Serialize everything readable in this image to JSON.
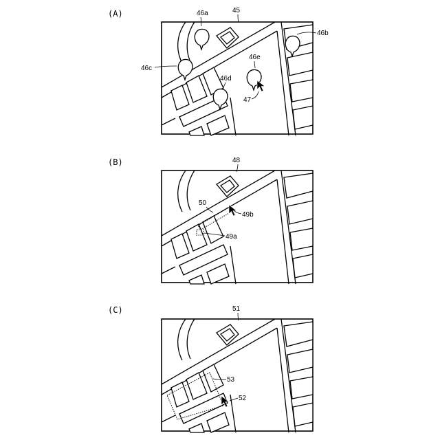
{
  "panels": {
    "a": {
      "label": "(A)",
      "refs": {
        "map": "45",
        "pin_a": "46a",
        "pin_b": "46b",
        "pin_c": "46c",
        "pin_d": "46d",
        "pin_e": "46e",
        "cursor": "47"
      }
    },
    "b": {
      "label": "(B)",
      "refs": {
        "map": "48",
        "road_highlight": "50",
        "point_a": "49a",
        "point_b": "49b"
      }
    },
    "c": {
      "label": "(C)",
      "refs": {
        "map": "51",
        "cursor": "52",
        "area_highlight": "53"
      }
    }
  },
  "icons": {
    "pin": "map-pin-icon",
    "cursor": "mouse-cursor-icon"
  }
}
